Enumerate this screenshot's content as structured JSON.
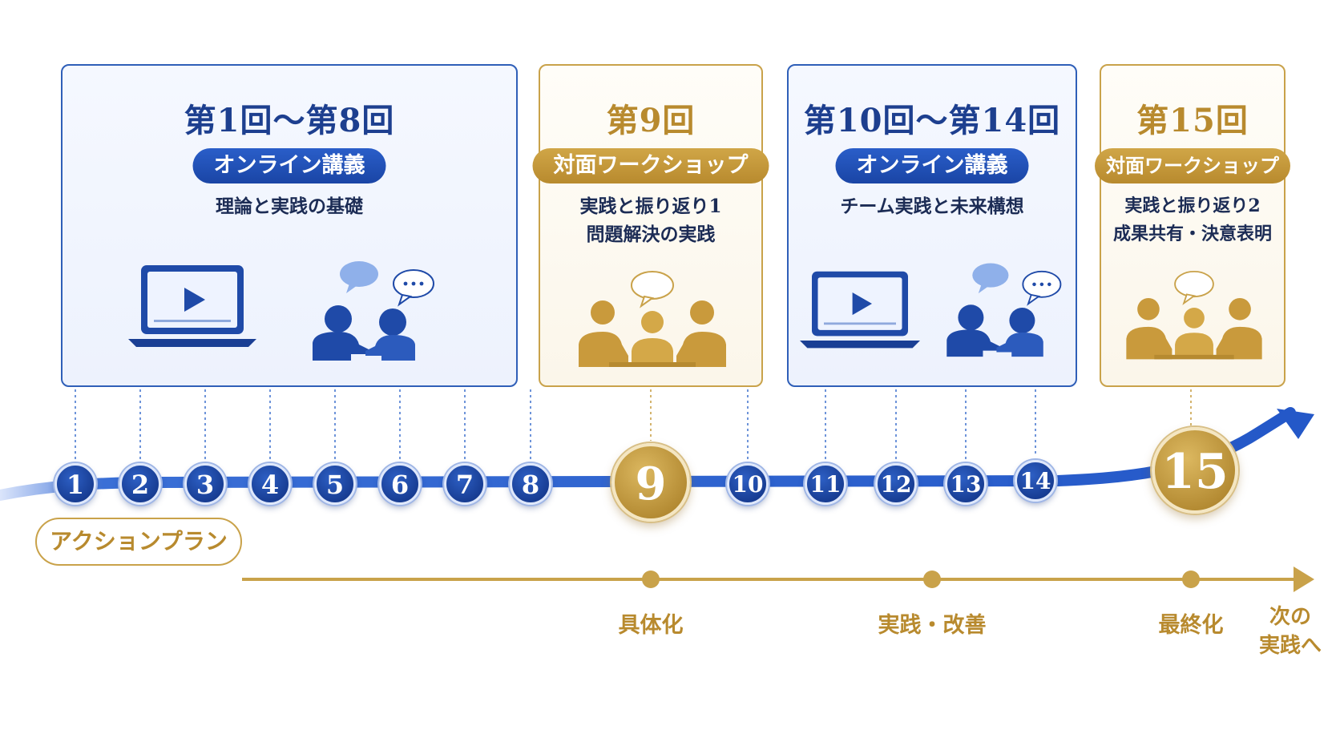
{
  "cards": [
    {
      "title": "第1回〜第8回",
      "pill": "オンライン講義",
      "lines": [
        "理論と実践の基礎"
      ]
    },
    {
      "title": "第9回",
      "pill": "対面ワークショップ",
      "lines": [
        "実践と振り返り1",
        "問題解決の実践"
      ]
    },
    {
      "title": "第10回〜第14回",
      "pill": "オンライン講義",
      "lines": [
        "チーム実践と未来構想"
      ]
    },
    {
      "title": "第15回",
      "pill": "対面ワークショップ",
      "lines": [
        "実践と振り返り2",
        "成果共有・決意表明"
      ]
    }
  ],
  "timeline": {
    "nodes": [
      "1",
      "2",
      "3",
      "4",
      "5",
      "6",
      "7",
      "8",
      "9",
      "10",
      "11",
      "12",
      "13",
      "14",
      "15"
    ]
  },
  "action_plan": {
    "label": "アクションプラン",
    "milestones": [
      "具体化",
      "実践・改善",
      "最終化"
    ],
    "end_label_line1": "次の",
    "end_label_line2": "実践へ"
  },
  "colors": {
    "blue": "#1d3f8f",
    "gold": "#b88a2e"
  },
  "icons": [
    "laptop-play-icon",
    "conversation-icon",
    "meeting-icon"
  ]
}
